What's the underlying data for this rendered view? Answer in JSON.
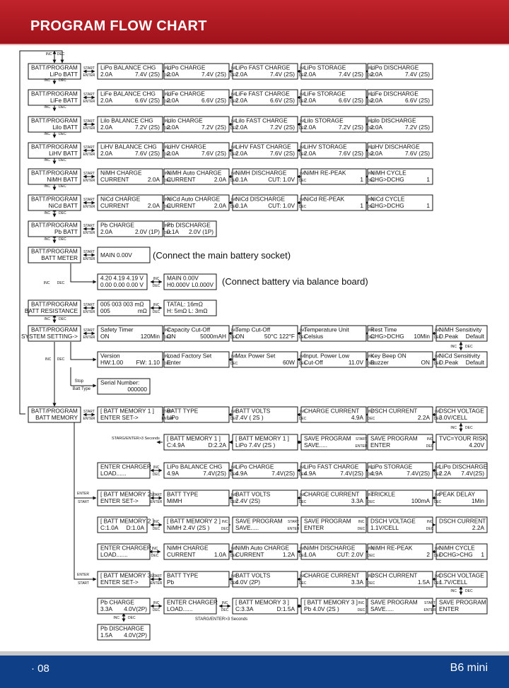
{
  "header": {
    "title": "PROGRAM FLOW CHART"
  },
  "footer": {
    "page": "· 08",
    "model": "B6 mini"
  },
  "nav": {
    "inc": "INC",
    "dec": "DEC",
    "start": "START",
    "enter": "ENTER",
    "stop": "Stop",
    "batt_type": "Batt Type",
    "starg_enter_3s": "STARG/ENTER>3 Seconds"
  },
  "annotations": {
    "connect_main": "(Connect the main battery socket)",
    "connect_balance": "(Connect battery via balance board)"
  },
  "menu": {
    "lipo": "BATT/PROGRAM|LiPo BATT",
    "life": "BATT/PROGRAM|LiFe BATT",
    "lilo": "BATT/PROGRAM|Lilo BATT",
    "lihv": "BATT/PROGRAM|LiHV BATT",
    "nimh": "BATT/PROGRAM|NiMH BATT",
    "nicd": "BATT/PROGRAM|NiCd BATT",
    "pb": "BATT/PROGRAM|Pb BATT",
    "meter": "BATT/PROGRAM|BATT METER",
    "resistance": "BATT/PROGRAM|BATT RESISTANCE",
    "system": "BATT/PROGRAM|SYSTEM SETTING->",
    "memory": "BATT/PROGRAM|BATT MEMORY"
  },
  "screens": {
    "lipo": [
      "LiPo BALANCE CHG|2.0A    7.4V (2S)",
      "LiPo CHARGE|2.0A       7.4V (2S)",
      "LiPo FAST CHARGE|2.0A    7.4V (2S)",
      "LiPo STORAGE|2.0A   7.4V (2S)",
      "LiPo DISCHARGE|2.0A       7.4V (2S)"
    ],
    "life": [
      "LiFe BALANCE CHG|2.0A    6.6V (2S)",
      "LiFe CHARGE|2.0A      6.6V (2S)",
      "LiFe FAST CHARGE|2.0A    6.6V (2S)",
      "LiFe STORAGE|2.0A   6.6V (2S)",
      "LiFe DISCHARGE|2.0A    6.6V (2S)"
    ],
    "lilo": [
      "Lilo BALANCE CHG|2.0A    7.2V (2S)",
      "Lilo CHARGE|2.0A     7.2V (2S)",
      "Lilo FAST CHARGE|2.0A    7.2V (2S)",
      "Lilo STORAGE|2.0A   7.2V (2S)",
      "Lilo DISCHARGE|2.0A    7.2V (2S)"
    ],
    "lihv": [
      "LiHV BALANCE CHG|2.0A    7.6V (2S)",
      "LiHV CHARGE|2.0A      7.6V (2S)",
      "LiHV FAST CHARGE|2.0A    7.6V (2S)",
      "LiHV STORAGE|2.0A   7.6V (2S)",
      "LiHV DISCHARGE|2.0A      7.6V (2S)"
    ],
    "nimh": [
      "NiMH CHARGE|CURRENT    2.0A",
      "NiMH Auto CHARGE|CURRENT    2.0A",
      "NiMH DISCHARGE|0.1A       CUT: 1.0V",
      "NiMH RE-PEAK|1",
      "NiMH CYCLE|CHG>DCHG       1"
    ],
    "nicd": [
      "NiCd CHARGE|CURRENT    2.0A",
      "NiCd Auto CHARGE|CURRENT    2.0A",
      "NiCd DISCHARGE|0.1A       CUT: 1.0V",
      "NiCd RE-PEAK|1",
      "NiCd CYCLE|CHG>DCHG       1"
    ],
    "pb": [
      "Pb CHARGE|2.0A   2.0V (1P)",
      "Pb DISCHARGE|0.1A   2.0V (1P)"
    ],
    "meter": [
      "MAIN  0.00V",
      "4.20  4.19  4.19 V|0.00  0.00  0.00 V",
      "MAIN 0.00V|H0.000V   L0.000V"
    ],
    "resistance": [
      "005  003  003  mΩ|005                 mΩ",
      "TATAL:  16mΩ|H:  5mΩ  L:  3mΩ"
    ],
    "system1": [
      "Safety  Timer|ON              120Min",
      "Capacity Cut-Off|ON            5000mAH",
      "Temp Cut-Off|ON    50°C  122°F",
      "Temperature   Unit|Celsius",
      "Rest Time|CHG>DCHG    10Min",
      "NiMH   Sensitivity|D.Peak    Default"
    ],
    "system2": [
      "Version|HW:1.00   FW: 1.10",
      "Load  Factory  Set|Enter",
      "Max Power Set|60W",
      "Input. Power Low|Cut-Off        11.0V",
      "Key Beep          ON|Buzzer             ON",
      "NiCd     Sensitivity|D.Peak     Default"
    ],
    "serial": "Serial  Number:|000000",
    "mem_row1": [
      "[ BATT MEMORY   1 ]|ENTER SET->",
      "BATT TYPE|LiPo",
      "BATT VOLTS|7.4V ( 2S )",
      "CHARGE CURRENT|4.9A",
      "DSCH CURRENT|2.2A",
      "DSCH VOLTAGE|3.0V/CELL"
    ],
    "mem_row2": [
      "[ BATT MEMORY 1 ]|C:4.9A    D:2.2A",
      "[ BATT MEMORY 1 ]|LiPo  7.4V (2S )",
      "SAVE PROGRAM|SAVE.....",
      "SAVE PROGRAM|ENTER",
      "TVC=YOUR RISK|4.20V"
    ],
    "mem_row3": [
      "ENTER CHARGER|LOAD......",
      "LiPo BALANCE CHG|4.9A      7.4V(2S)",
      "LiPo CHARGE|4.9A       7.4V(2S)",
      "LiPo FAST CHARGE|4.9A      7.4V(2S)",
      "LiPo STORAGE|4.9A       7.4V(2S)",
      "LiPo DISCHARGE|2.2A     7.4V(2S)"
    ],
    "mem_row4": [
      "[ BATT MEMORY   2 ]|ENTER SET->",
      "BATT TYPE|MiMH",
      "BATT VOLTS|2.4V (2S)",
      "CHARGE CURRENT|3.3A",
      "TRICKLE|100mA",
      "PEAK DELAY|1Min"
    ],
    "mem_row5": [
      "[ BATT MEMORY 2 ]|C:1.0A    D:1.0A",
      "[ BATT MEMORY 2 ]|NiMH  2.4V (2S )",
      "SAVE PROGRAM|SAVE.....",
      "SAVE PROGRAM|ENTER",
      "DSCH VOLTAGE|1.1V/CELL",
      "DSCH CURRENT|2.2A"
    ],
    "mem_row6": [
      "ENTER CHARGER|LOAD.......",
      "NiMH CHARGE|CURRENT       1.0A",
      "NiMh Auto CHARGE|CURRENT       1.2A",
      "NiMH DISCHARGE|1.0A       CUT: 2.0V",
      "NiMH RE-PEAK|2",
      "NiMH CYCLE|DCHG>CHG     1"
    ],
    "mem_row7": [
      "[ BATT MEMORY   3 ]|ENTER SET->",
      "BATT TYPE|Pb",
      "BATT VOLTS|4.0V (2P)",
      "CHARGE CURRENT|3.3A",
      "DSCH CURRENT|1.5A",
      "DSCH VOLTAGE|1.7V/CELL"
    ],
    "mem_row8": [
      "Pb CHARGE|3.3A       4.0V(2P)",
      "ENTER CHARGER|LOAD......",
      "[ BATT MEMORY 3 ]|C:3.3A    D:1.5A",
      "[ BATT MEMORY 3 ]|Pb  4.0V (2S )",
      "SAVE PROGRAM|SAVE.....",
      "SAVE PROGRAM|ENTER"
    ],
    "mem_row9": [
      "Pb DISCHARGE|1.5A       4.0V(2P)"
    ]
  }
}
